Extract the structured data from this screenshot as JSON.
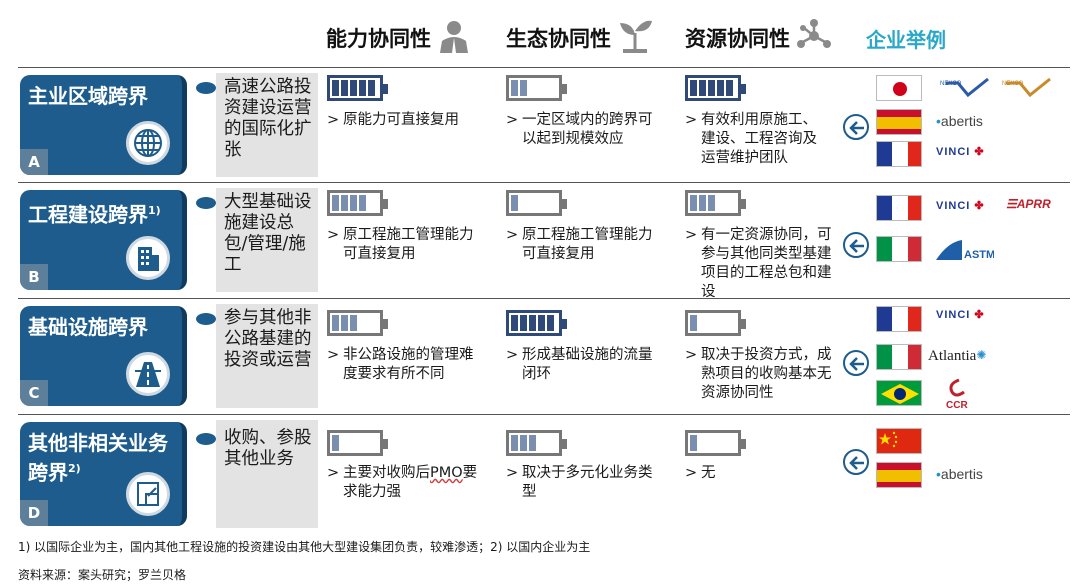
{
  "headers": {
    "capability": "能力协同性",
    "ecology": "生态协同性",
    "resource": "资源协同性",
    "examples": "企业举例"
  },
  "rows": [
    {
      "title": "主业区域跨界",
      "letter": "A",
      "icon": "globe-icon",
      "desc": "高速公路投资建设运营的国际化扩张",
      "capability": {
        "level": 5,
        "text": "原能力可直接复用"
      },
      "ecology": {
        "level": 2,
        "text": "一定区域内的跨界可以起到规模效应"
      },
      "resource": {
        "level": 5,
        "text": "有效利用原施工、建设、工程咨询及运营维护团队"
      },
      "examples": [
        {
          "flag": "japan",
          "logos": [
            "NEXCO",
            "NEXCO"
          ]
        },
        {
          "flag": "spain",
          "logos": [
            "abertis"
          ]
        },
        {
          "flag": "france",
          "logos": [
            "VINCI"
          ]
        }
      ]
    },
    {
      "title": "工程建设跨界",
      "title_sup": "1)",
      "letter": "B",
      "icon": "building-icon",
      "desc": "大型基础设施建设总包/管理/施工",
      "capability": {
        "level": 4,
        "text": "原工程施工管理能力可直接复用"
      },
      "ecology": {
        "level": 1,
        "text": "原工程施工管理能力可直接复用"
      },
      "resource": {
        "level": 3,
        "text": "有一定资源协同，可参与其他同类型基建项目的工程总包和建设"
      },
      "examples": [
        {
          "flag": "france",
          "logos": [
            "VINCI",
            "APRR"
          ]
        },
        {
          "flag": "italy",
          "logos": [
            "ASTM"
          ]
        }
      ]
    },
    {
      "title": "基础设施跨界",
      "letter": "C",
      "icon": "road-icon",
      "desc": "参与其他非公路基建的投资或运营",
      "capability": {
        "level": 3,
        "text": "非公路设施的管理难度要求有所不同"
      },
      "ecology": {
        "level": 5,
        "text": "形成基础设施的流量闭环"
      },
      "resource": {
        "level": 1,
        "text": "取决于投资方式，成熟项目的收购基本无资源协同性"
      },
      "examples": [
        {
          "flag": "france",
          "logos": [
            "VINCI"
          ]
        },
        {
          "flag": "italy",
          "logos": [
            "Atlantia"
          ]
        },
        {
          "flag": "brazil",
          "logos": [
            "CCR"
          ]
        }
      ]
    },
    {
      "title": "其他非相关业务跨界",
      "title_sup": "2)",
      "letter": "D",
      "icon": "document-icon",
      "desc": "收购、参股其他业务",
      "capability": {
        "level": 1,
        "text_pre": "主要对收购后",
        "text_wavy": "PMO",
        "text_post": "要求能力强"
      },
      "ecology": {
        "level": 3,
        "text": "取决于多元化业务类型"
      },
      "resource": {
        "level": 1,
        "text": "无"
      },
      "examples": [
        {
          "flag": "china",
          "logos": []
        },
        {
          "flag": "spain",
          "logos": [
            "abertis"
          ]
        }
      ]
    }
  ],
  "footnote": "1) 以国际企业为主，国内其他工程设施的投资建设由其他大型建设集团负责，较难渗透；2) 以国内企业为主",
  "source": "资料来源：案头研究；罗兰贝格",
  "colors": {
    "primary": "#1d5c8c",
    "accent": "#2aa7c9",
    "battery_full": "#2f4a78",
    "battery_partial": "#7a8fb0"
  }
}
